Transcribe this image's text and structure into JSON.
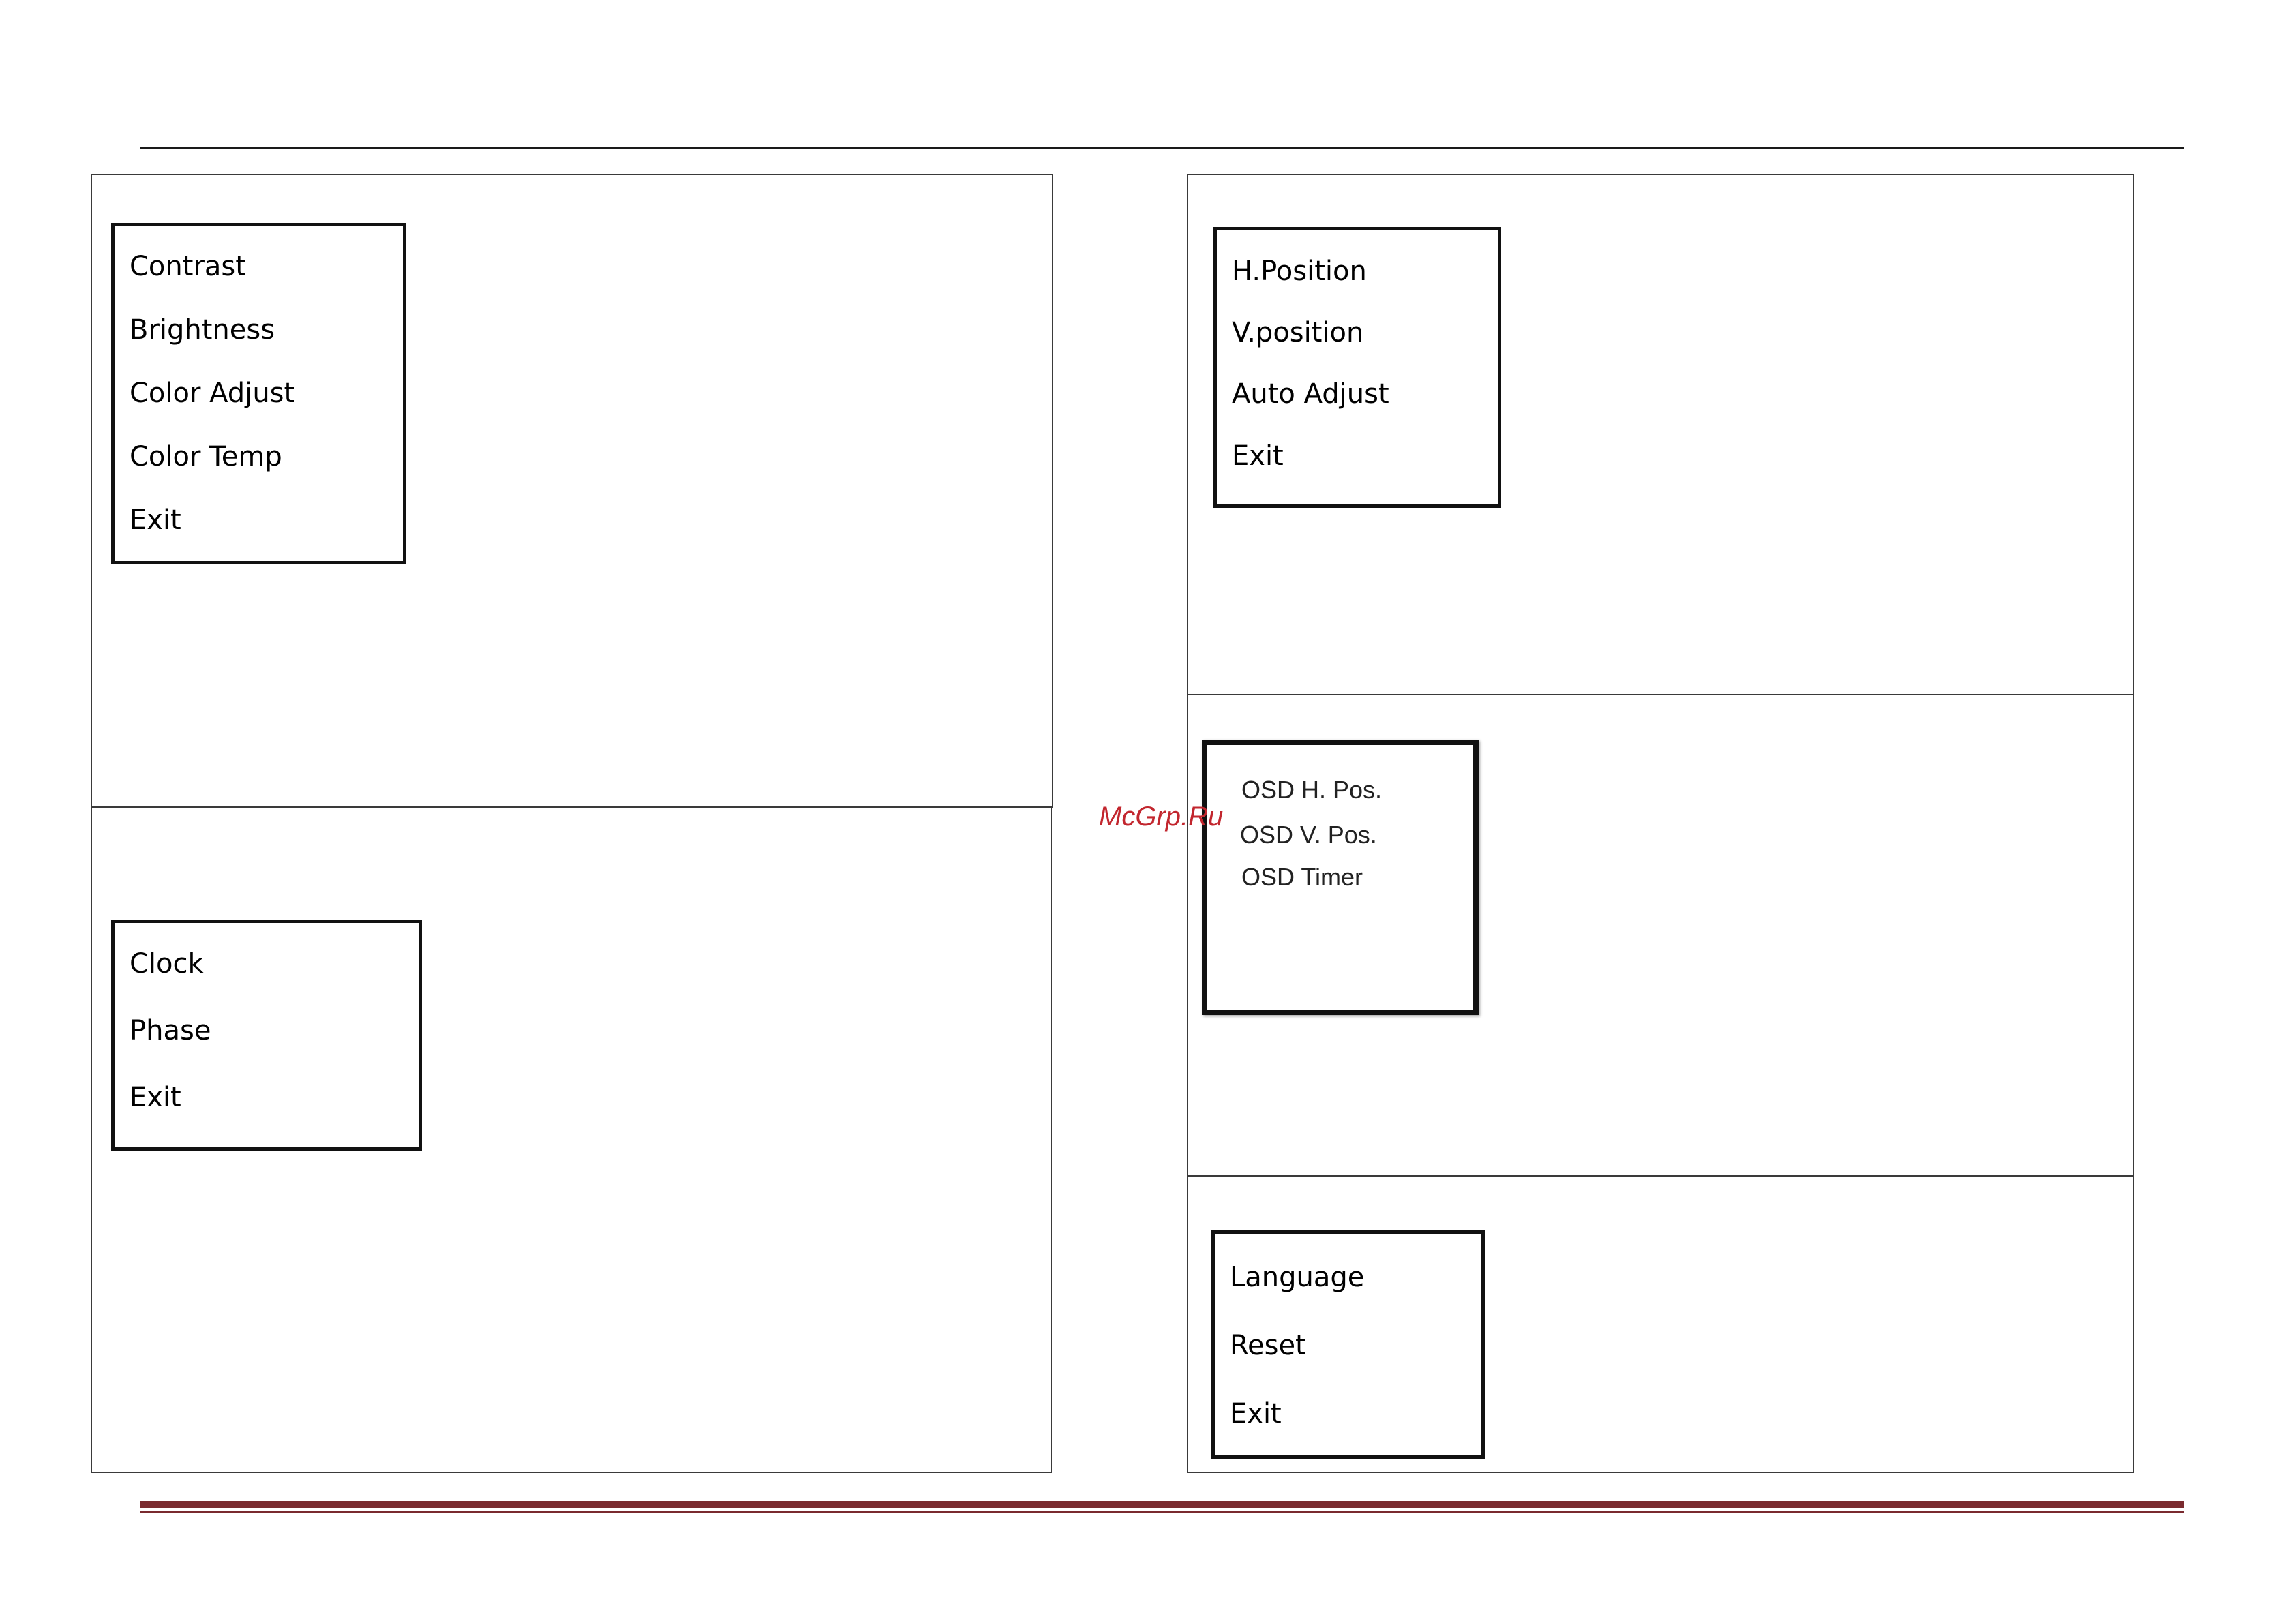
{
  "watermark": "McGrp.Ru",
  "menus": {
    "picture": {
      "items": [
        "Contrast",
        "Brightness",
        "Color Adjust",
        "Color Temp",
        "Exit"
      ]
    },
    "image": {
      "items": [
        "Clock",
        "Phase",
        "Exit"
      ]
    },
    "position": {
      "items": [
        "H.Position",
        "V.position",
        "Auto Adjust",
        "Exit"
      ]
    },
    "osd": {
      "items": [
        "OSD H. Pos.",
        "OSD V. Pos.",
        "OSD Timer"
      ]
    },
    "system": {
      "items": [
        "Language",
        "Reset",
        "Exit"
      ]
    }
  },
  "colors": {
    "rule_top": "#1a1a1a",
    "rule_bottom": "#7a2a2f",
    "watermark": "#c2262e"
  }
}
